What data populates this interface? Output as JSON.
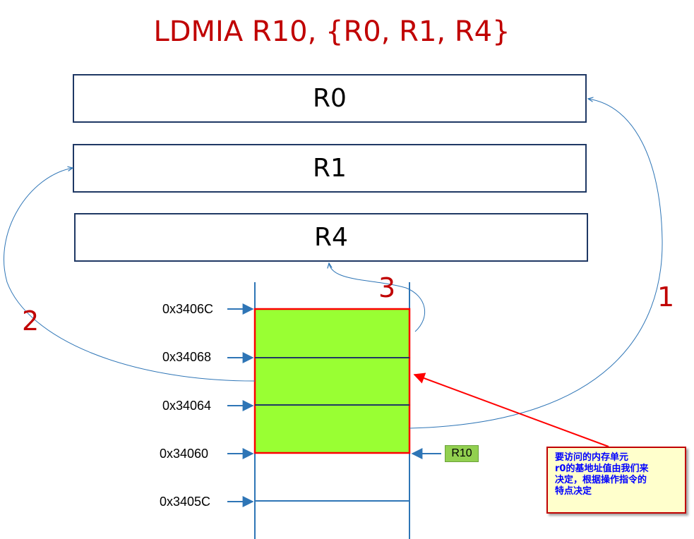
{
  "title": "LDMIA R10,  {R0, R1, R4}",
  "registers": [
    {
      "label": "R0"
    },
    {
      "label": "R1"
    },
    {
      "label": "R4"
    }
  ],
  "memory": {
    "addresses": [
      "0x3406C",
      "0x34068",
      "0x34064",
      "0x34060",
      "0x3405C"
    ],
    "fill_color": "#99ff33",
    "border_color": "#ff0000"
  },
  "base_register": "R10",
  "step_numbers": [
    "1",
    "2",
    "3"
  ],
  "note": {
    "lines": [
      "要访问的内存单元",
      "r0的基地址值由我们来",
      "决定，根据操作指令的",
      "特点决定"
    ]
  },
  "colors": {
    "title": "#c00000",
    "arrows": "#2e75b6",
    "pointer_arrow": "#ff0000"
  }
}
